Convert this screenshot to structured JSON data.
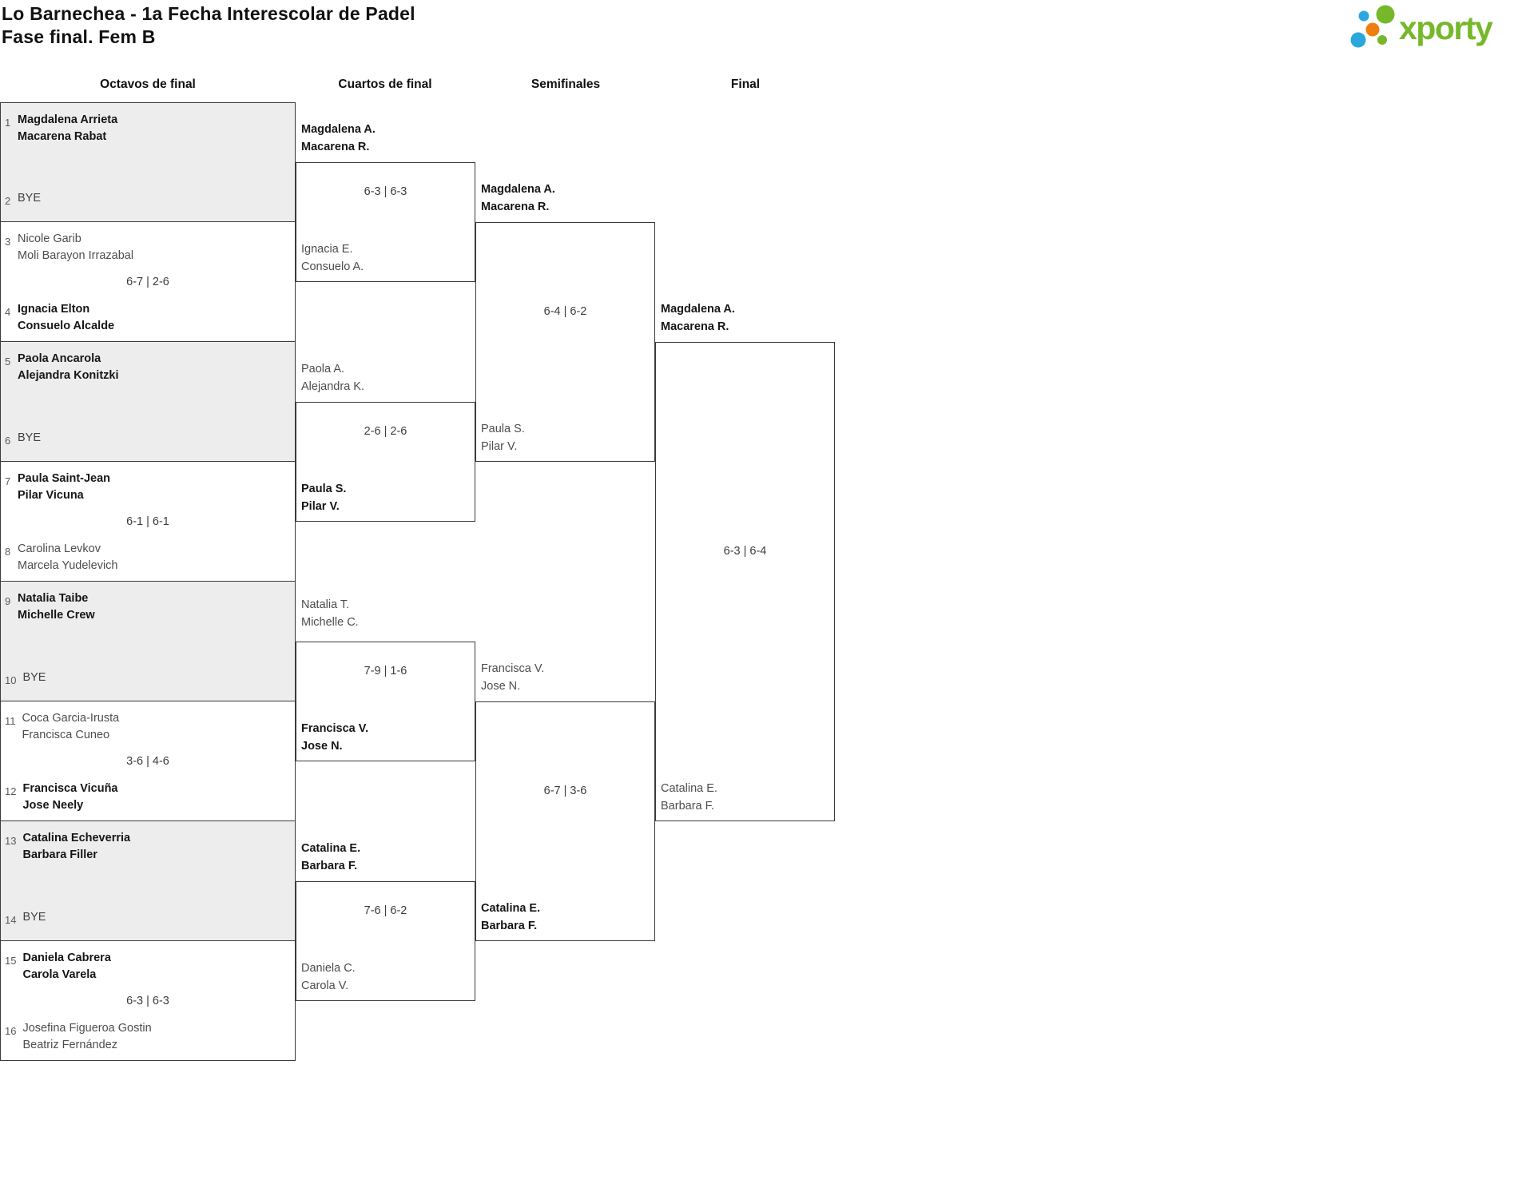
{
  "header": {
    "title_line1": "Lo Barnechea - 1a Fecha Interescolar de Padel",
    "title_line2": "Fase final. Fem B",
    "logo_text": "xporty",
    "logo_colors": {
      "green": "#76b82a",
      "blue": "#2aa7de",
      "orange": "#ee7f0e"
    }
  },
  "rounds": [
    {
      "label": "Octavos de final"
    },
    {
      "label": "Cuartos de final"
    },
    {
      "label": "Semifinales"
    },
    {
      "label": "Final"
    }
  ],
  "octavos": [
    {
      "seed_top": "1",
      "top_line1": "Magdalena Arrieta",
      "top_line2": "Macarena Rabat",
      "seed_bottom": "2",
      "bottom_line1": "BYE",
      "bottom_line2": "",
      "score": "",
      "winner": "top",
      "bye": true
    },
    {
      "seed_top": "3",
      "top_line1": "Nicole Garib",
      "top_line2": "Moli Barayon Irrazabal",
      "seed_bottom": "4",
      "bottom_line1": "Ignacia Elton",
      "bottom_line2": "Consuelo Alcalde",
      "score": "6-7 | 2-6",
      "winner": "bottom",
      "bye": false
    },
    {
      "seed_top": "5",
      "top_line1": "Paola Ancarola",
      "top_line2": "Alejandra Konitzki",
      "seed_bottom": "6",
      "bottom_line1": "BYE",
      "bottom_line2": "",
      "score": "",
      "winner": "top",
      "bye": true
    },
    {
      "seed_top": "7",
      "top_line1": "Paula Saint-Jean",
      "top_line2": "Pilar Vicuna",
      "seed_bottom": "8",
      "bottom_line1": "Carolina Levkov",
      "bottom_line2": "Marcela Yudelevich",
      "score": "6-1 | 6-1",
      "winner": "top",
      "bye": false
    },
    {
      "seed_top": "9",
      "top_line1": "Natalia Taibe",
      "top_line2": "Michelle Crew",
      "seed_bottom": "10",
      "bottom_line1": "BYE",
      "bottom_line2": "",
      "score": "",
      "winner": "top",
      "bye": true
    },
    {
      "seed_top": "11",
      "top_line1": "Coca Garcia-Irusta",
      "top_line2": "Francisca Cuneo",
      "seed_bottom": "12",
      "bottom_line1": "Francisca Vicuña",
      "bottom_line2": "Jose Neely",
      "score": "3-6 | 4-6",
      "winner": "bottom",
      "bye": false
    },
    {
      "seed_top": "13",
      "top_line1": "Catalina Echeverria",
      "top_line2": "Barbara Filler",
      "seed_bottom": "14",
      "bottom_line1": "BYE",
      "bottom_line2": "",
      "score": "",
      "winner": "top",
      "bye": true
    },
    {
      "seed_top": "15",
      "top_line1": "Daniela Cabrera",
      "top_line2": "Carola Varela",
      "seed_bottom": "16",
      "bottom_line1": "Josefina Figueroa Gostin",
      "bottom_line2": "Beatriz Fernández",
      "score": "6-3 | 6-3",
      "winner": "top",
      "bye": false
    }
  ],
  "cuartos": [
    {
      "top_line1": "Magdalena A.",
      "top_line2": "Macarena R.",
      "bottom_line1": "Ignacia E.",
      "bottom_line2": "Consuelo A.",
      "score": "6-3 | 6-3",
      "winner": "top"
    },
    {
      "top_line1": "Paola A.",
      "top_line2": "Alejandra K.",
      "bottom_line1": "Paula S.",
      "bottom_line2": "Pilar V.",
      "score": "2-6 | 2-6",
      "winner": "bottom"
    },
    {
      "top_line1": "Natalia T.",
      "top_line2": "Michelle C.",
      "bottom_line1": "Francisca V.",
      "bottom_line2": "Jose N.",
      "score": "7-9 | 1-6",
      "winner": "bottom"
    },
    {
      "top_line1": "Catalina E.",
      "top_line2": "Barbara F.",
      "bottom_line1": "Daniela C.",
      "bottom_line2": "Carola V.",
      "score": "7-6 | 6-2",
      "winner": "top"
    }
  ],
  "semifinales": [
    {
      "top_line1": "Magdalena A.",
      "top_line2": "Macarena R.",
      "bottom_line1": "Paula S.",
      "bottom_line2": "Pilar V.",
      "score": "6-4 | 6-2",
      "winner": "top"
    },
    {
      "top_line1": "Francisca V.",
      "top_line2": "Jose N.",
      "bottom_line1": "Catalina E.",
      "bottom_line2": "Barbara F.",
      "score": "6-7 | 3-6",
      "winner": "bottom"
    }
  ],
  "final": {
    "top_line1": "Magdalena A.",
    "top_line2": "Macarena R.",
    "bottom_line1": "Catalina E.",
    "bottom_line2": "Barbara F.",
    "score": "6-3 | 6-4",
    "winner": "top"
  }
}
